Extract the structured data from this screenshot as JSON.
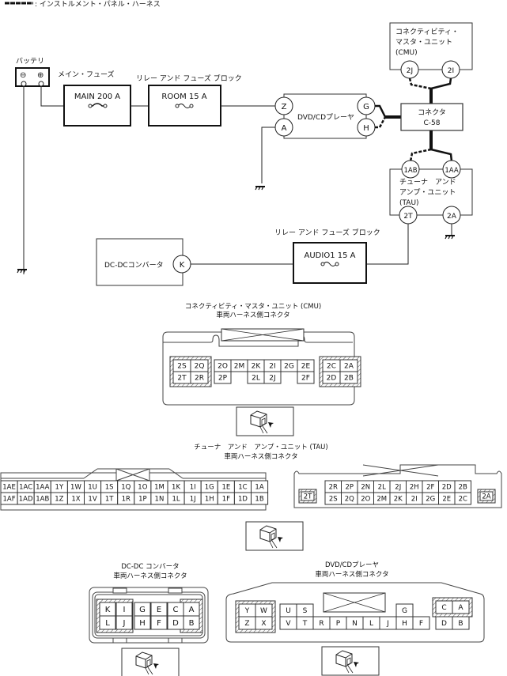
{
  "legend": {
    "label": ": インストルメント・パネル・ハーネス"
  },
  "battery": {
    "label": "バッテリ",
    "minus": "⊖",
    "plus": "⊕"
  },
  "main_fuse": {
    "title": "メイン・フューズ",
    "label": "MAIN 200 A"
  },
  "room_fuse": {
    "title": "リレー アンド フューズ ブロック",
    "label": "ROOM 15 A"
  },
  "audio_fuse": {
    "title": "リレー アンド フューズ ブロック",
    "label": "AUDIO1 15 A"
  },
  "dvd": {
    "label": "DVD/CDプレーヤ",
    "pins": [
      "Z",
      "A",
      "G",
      "H"
    ]
  },
  "cmu": {
    "line1": "コネクティビティ・",
    "line2": "マスタ・ユニット",
    "line3": "(CMU)",
    "pins": [
      "2J",
      "2I"
    ]
  },
  "c58": {
    "line1": "コネクタ",
    "line2": "C-58"
  },
  "tau": {
    "line1": "チューナ　アンド",
    "line2": "アンプ・ユニット",
    "line3": "(TAU)",
    "pins": [
      "1AB",
      "1AA",
      "2T",
      "2A"
    ]
  },
  "dcdc": {
    "label": "DC-DCコンバータ",
    "pin": "K"
  },
  "cmu_connector": {
    "title1": "コネクティビティ・マスタ・ユニット (CMU)",
    "title2": "車両ハーネス側コネクタ",
    "left_block": [
      [
        "2S",
        "2Q"
      ],
      [
        "2T",
        "2R"
      ]
    ],
    "middle_top": [
      "2O",
      "2M",
      "2K",
      "2I",
      "2G",
      "2E"
    ],
    "middle_bottom": [
      "2P",
      "",
      "2L",
      "2J",
      "",
      "2F"
    ],
    "right_block": [
      [
        "2C",
        "2A"
      ],
      [
        "2D",
        "2B"
      ]
    ]
  },
  "tau_connector": {
    "title1": "チューナ　アンド　アンプ・ユニット (TAU)",
    "title2": "車両ハーネス側コネクタ",
    "row1_top": [
      "1AE",
      "1AC",
      "1AA",
      "1Y",
      "1W",
      "1U",
      "1S",
      "1Q",
      "1O",
      "1M",
      "1K",
      "1I",
      "1G",
      "1E",
      "1C",
      "1A"
    ],
    "row1_bottom": [
      "1AF",
      "1AD",
      "1AB",
      "1Z",
      "1X",
      "1V",
      "1T",
      "1R",
      "1P",
      "1N",
      "1L",
      "1J",
      "1H",
      "1F",
      "1D",
      "1B"
    ],
    "row2_left": "2T",
    "row2_top": [
      "2R",
      "2P",
      "2N",
      "2L",
      "2J",
      "2H",
      "2F",
      "2D",
      "2B"
    ],
    "row2_bottom": [
      "2S",
      "2Q",
      "2O",
      "2M",
      "2K",
      "2I",
      "2G",
      "2E",
      "2C"
    ],
    "row2_right": "2A"
  },
  "dcdc_connector": {
    "title1": "DC-DC コンバータ",
    "title2": "車両ハーネス側コネクタ",
    "top": [
      "K",
      "I",
      "G",
      "E",
      "C",
      "A"
    ],
    "bottom": [
      "L",
      "J",
      "H",
      "F",
      "D",
      "B"
    ]
  },
  "dvd_connector": {
    "title1": "DVD/CDプレーヤ",
    "title2": "車両ハーネス側コネクタ",
    "left_top": [
      "Y",
      "W"
    ],
    "left_bottom": [
      "Z",
      "X"
    ],
    "mid_top": [
      "U",
      "S"
    ],
    "mid_bottom": [
      "V",
      "T",
      "R",
      "P",
      "N",
      "L",
      "J",
      "H",
      "F"
    ],
    "g_pin": "G",
    "right_top": [
      "C",
      "A"
    ],
    "right_bottom": [
      "D",
      "B"
    ]
  }
}
